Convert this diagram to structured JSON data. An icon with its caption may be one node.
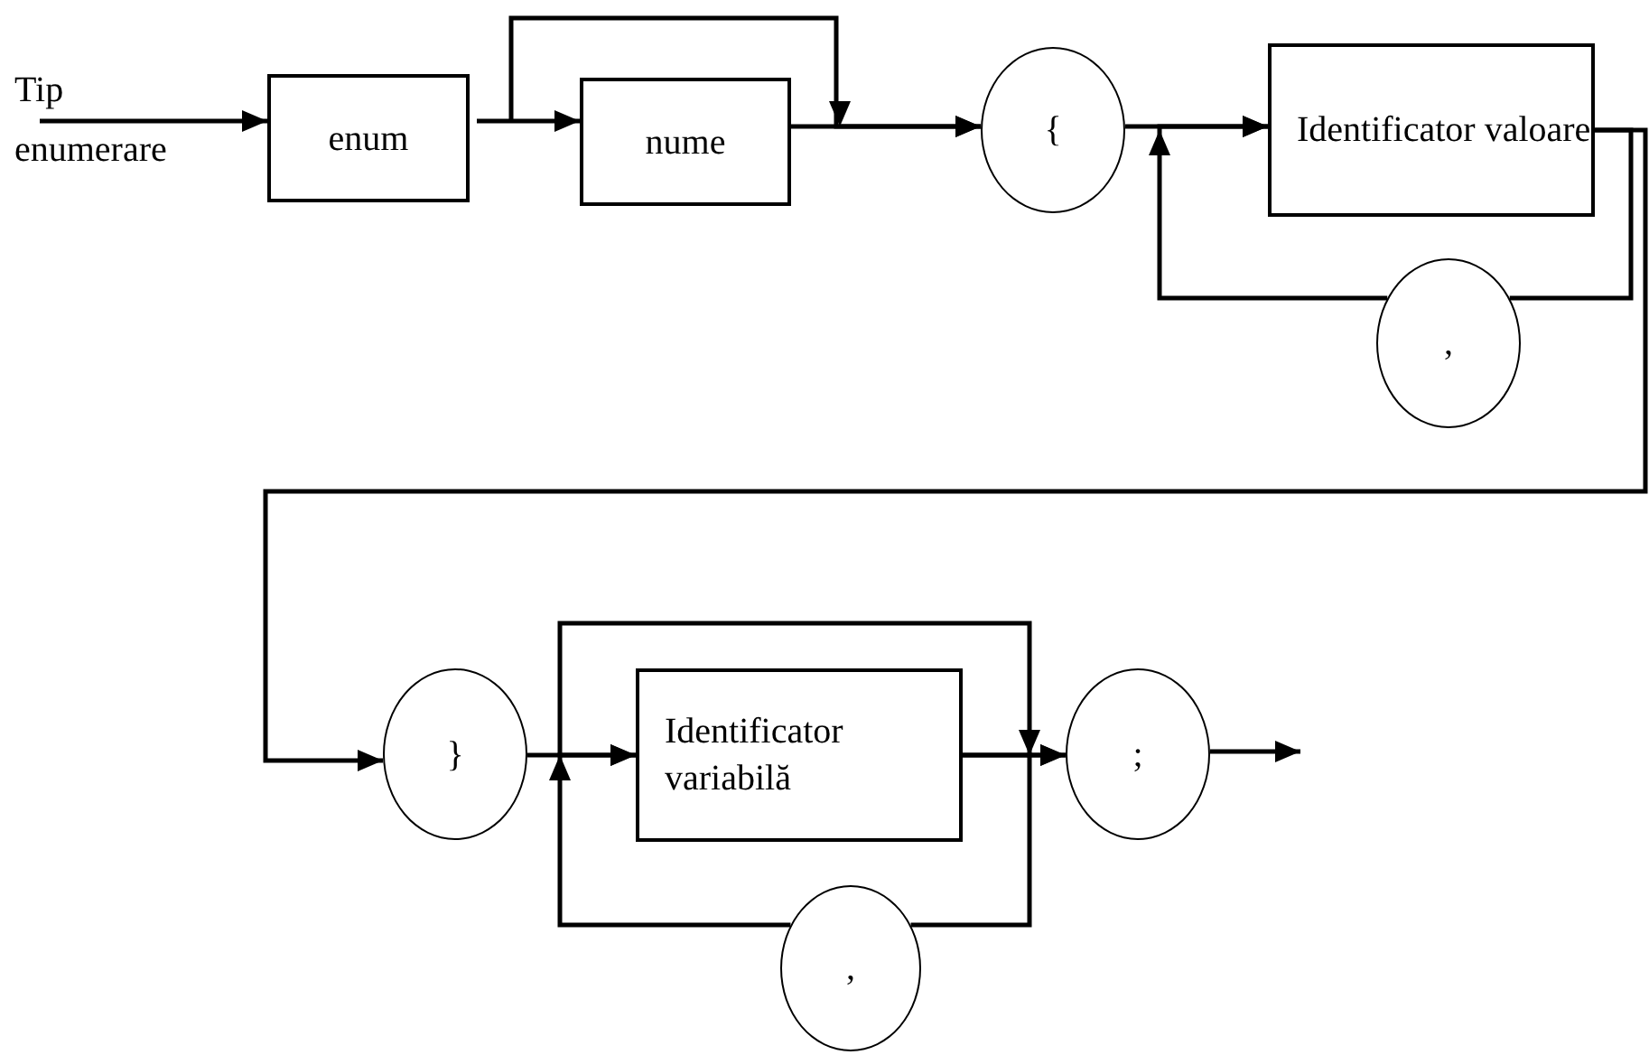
{
  "diagram": {
    "nodes": [
      {
        "text": [
          "Tip enumerare"
        ]
      },
      {
        "text": [
          "enum"
        ]
      },
      {
        "text": [
          "nume"
        ]
      },
      {
        "text": [
          "{"
        ]
      },
      {
        "text": [
          "Identificator valoare"
        ]
      },
      {
        "text": [
          ","
        ]
      },
      {
        "text": [
          "}"
        ]
      },
      {
        "text": [
          "Identificator variabilă"
        ]
      },
      {
        "text": [
          ";"
        ]
      },
      {
        "text": [
          ","
        ]
      }
    ],
    "edges": [
      {
        "from": 0,
        "to": 1,
        "arrow": "to"
      },
      {
        "from": 1,
        "to": 2,
        "arrow": "to"
      },
      {
        "from": 1,
        "to": 3,
        "arrow": "to"
      },
      {
        "from": 2,
        "to": 3,
        "arrow": "to"
      },
      {
        "from": 3,
        "to": 4,
        "arrow": "to"
      },
      {
        "from": 4,
        "to": 5,
        "arrow": "none"
      },
      {
        "from": 5,
        "to": 4,
        "arrow": "to"
      },
      {
        "from": 4,
        "to": 6,
        "arrow": "to"
      },
      {
        "from": 6,
        "to": 7,
        "arrow": "to"
      },
      {
        "from": 6,
        "to": 8,
        "arrow": "to"
      },
      {
        "from": 7,
        "to": 8,
        "arrow": "to"
      },
      {
        "from": 7,
        "to": 9,
        "arrow": "none"
      },
      {
        "from": 9,
        "to": 7,
        "arrow": "to"
      },
      {
        "from": 8,
        "to": null,
        "arrow": "to"
      }
    ]
  }
}
